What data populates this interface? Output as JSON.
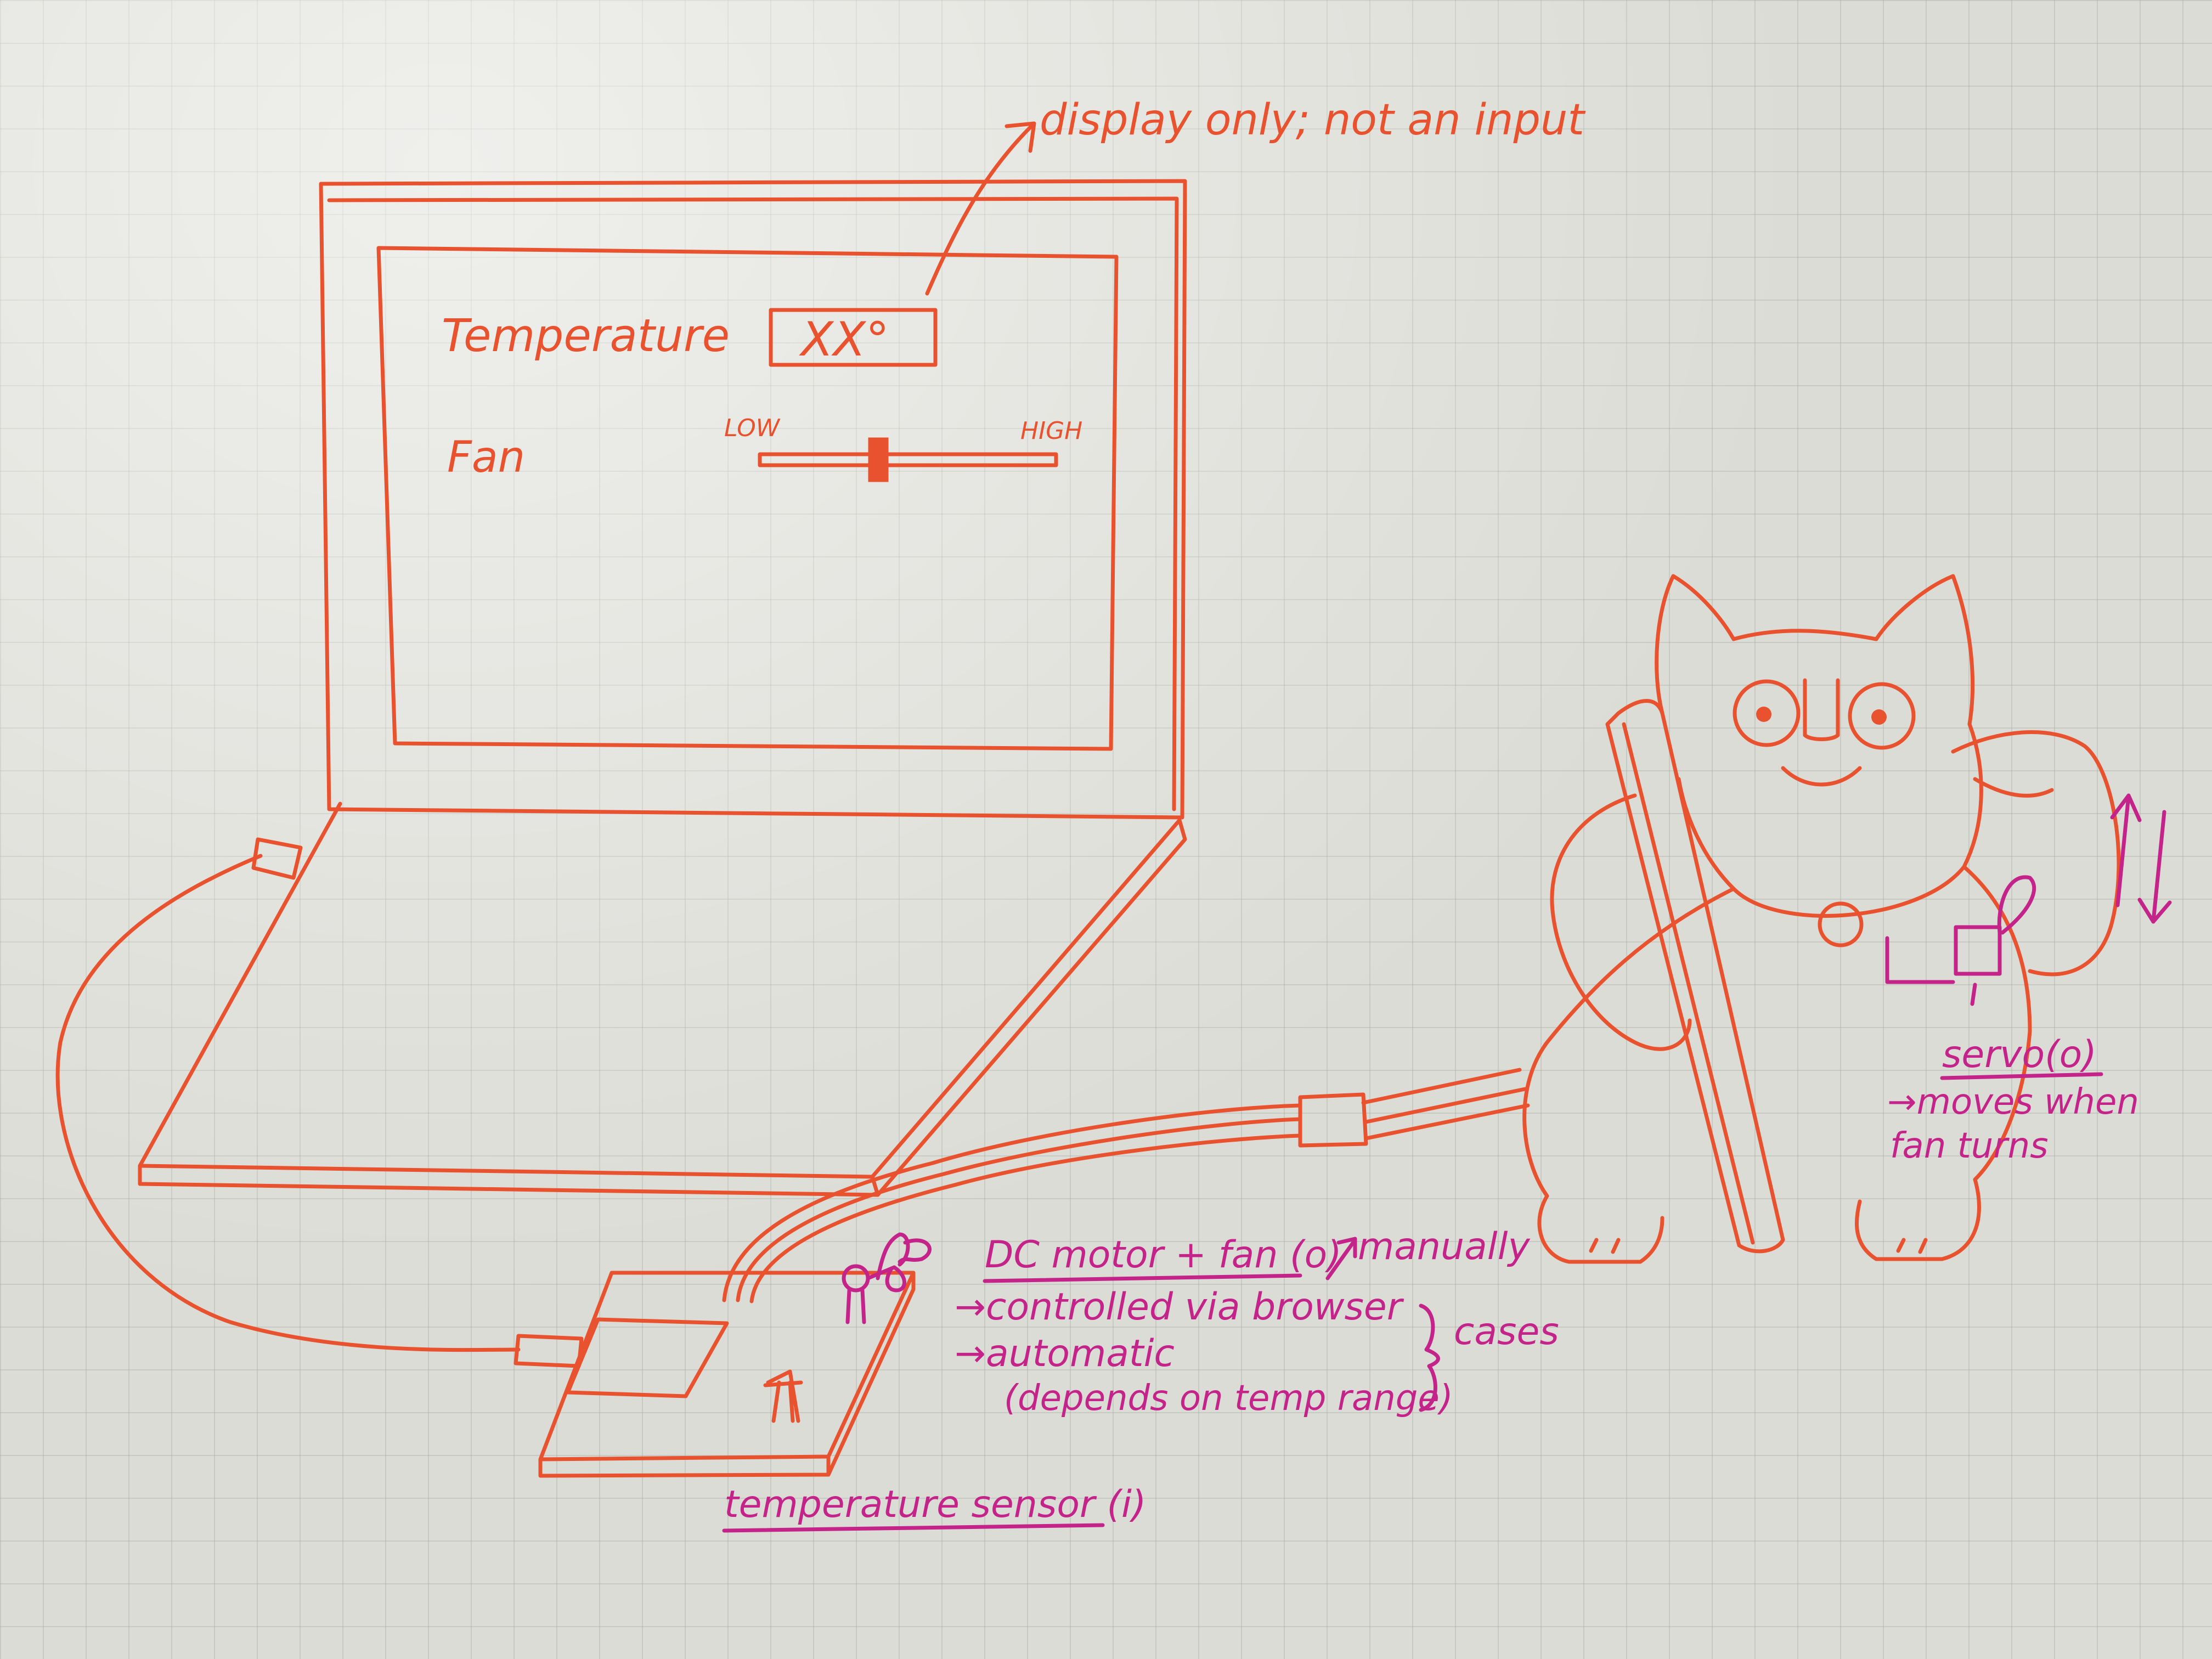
{
  "screen": {
    "temperature_label": "Temperature",
    "temperature_value": "XX°",
    "fan_label": "Fan",
    "fan_low": "LOW",
    "fan_high": "HIGH",
    "fan_level": 0.4
  },
  "annotations": {
    "display_note": "display only; not an input",
    "dc_motor": "DC motor + fan (o)",
    "manually": "manually",
    "controlled": "→controlled via browser",
    "automatic": "→automatic",
    "depends": "(depends on temp range)",
    "cases": "cases",
    "temp_sensor": "temperature sensor (i)",
    "servo": "servo(o)",
    "moves_when": "→moves when",
    "fan_turns": "fan turns"
  },
  "colors": {
    "orange_ink": "#e8522e",
    "magenta_ink": "#c4248a",
    "paper": "#dcdcd6"
  }
}
